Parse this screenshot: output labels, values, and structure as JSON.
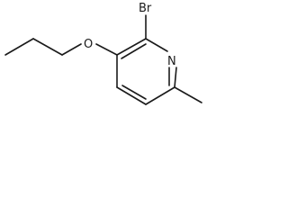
{
  "molecule": {
    "atoms": {
      "bromine": "Br",
      "oxygen": "O",
      "nitrogen": "N"
    }
  }
}
